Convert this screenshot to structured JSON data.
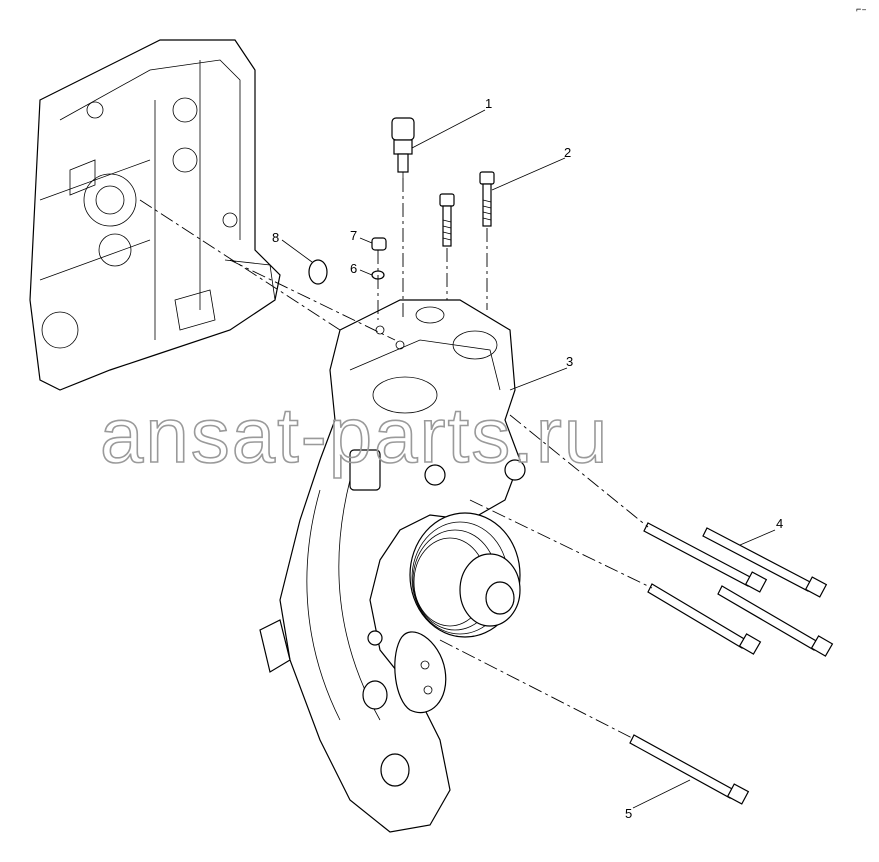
{
  "diagram": {
    "callouts": [
      {
        "id": "1",
        "label": "1"
      },
      {
        "id": "2",
        "label": "2"
      },
      {
        "id": "3",
        "label": "3"
      },
      {
        "id": "4",
        "label": "4"
      },
      {
        "id": "5",
        "label": "5"
      },
      {
        "id": "6",
        "label": "6"
      },
      {
        "id": "7",
        "label": "7"
      },
      {
        "id": "8",
        "label": "8"
      }
    ],
    "watermark": "ansat-parts.ru",
    "corner_mark": "⌐‒"
  }
}
